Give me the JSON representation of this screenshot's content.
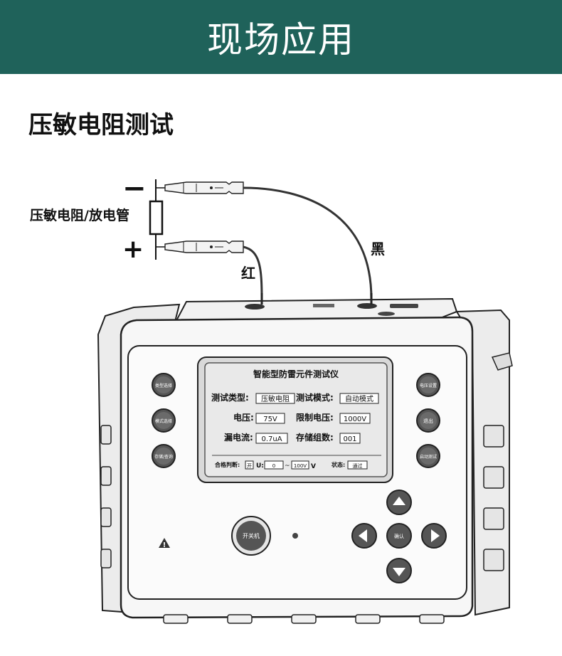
{
  "header": {
    "title": "现场应用"
  },
  "section": {
    "title": "压敏电阻测试"
  },
  "wiring": {
    "minus_sign": "−",
    "plus_sign": "+",
    "component_label": "压敏电阻/放电管",
    "black_lead_label": "黑",
    "red_lead_label": "红"
  },
  "device": {
    "screen": {
      "title": "智能型防雷元件测试仪",
      "test_type_label": "测试类型:",
      "test_type_value": "压敏电阻",
      "test_mode_label": "测试模式:",
      "test_mode_value": "自动模式",
      "voltage_label": "电压:",
      "voltage_value": "75V",
      "limit_voltage_label": "限制电压:",
      "limit_voltage_value": "1000V",
      "leak_current_label": "漏电流:",
      "leak_current_value": "0.7uA",
      "storage_group_label": "存储组数:",
      "storage_group_value": "001",
      "judge_label": "合格判断:",
      "judge_switch_value": "开",
      "u_label": "U:",
      "u_min_value": "0",
      "range_sep": "~",
      "u_max_value": "100V",
      "unit_v": "V",
      "status_label": "状态:",
      "status_value": "通过"
    },
    "buttons": {
      "type_select": "类型选择",
      "mode_select": "模式选择",
      "store_query": "存储/查询",
      "voltage_set": "电压设置",
      "exit": "退出",
      "start_test": "启动测试",
      "confirm": "确认",
      "power": "开关机"
    },
    "warning_symbol": "!"
  }
}
